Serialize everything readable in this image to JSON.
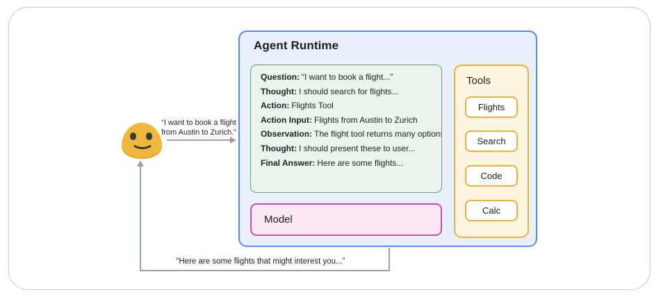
{
  "diagram": {
    "user": {
      "emoji": "smiling-face",
      "request": {
        "line1": "“I want to book a flight",
        "line2": "from Austin to Zurich.”"
      },
      "response": "“Here are some flights that might interest you...”"
    },
    "runtime": {
      "title": "Agent Runtime",
      "trace": [
        {
          "label": "Question:",
          "text": "“I want to book a flight...”"
        },
        {
          "label": "Thought:",
          "text": "I should search for flights..."
        },
        {
          "label": "Action:",
          "text": "Flights Tool"
        },
        {
          "label": "Action Input:",
          "text": "Flights from Austin to Zurich"
        },
        {
          "label": "Observation:",
          "text": "The flight tool returns many options"
        },
        {
          "label": "Thought:",
          "text": "I should present these to user..."
        },
        {
          "label": "Final Answer:",
          "text": "Here are some flights..."
        }
      ],
      "model": {
        "label": "Model"
      },
      "tools": {
        "title": "Tools",
        "items": [
          "Flights",
          "Search",
          "Code",
          "Calc"
        ]
      }
    },
    "colors": {
      "runtime_border": "#5b87ea",
      "runtime_bg": "#e8effd",
      "trace_border": "#58a86e",
      "trace_bg": "#eaf4ec",
      "model_border": "#c74f9f",
      "model_bg": "#fbe8f3",
      "tools_border": "#eab140",
      "tools_bg": "#fdf5df",
      "tool_chip_bg": "#ffffff",
      "arrow": "#9aa0a6",
      "emoji": "#efb73d",
      "frame_border": "#c9c9c9"
    }
  }
}
